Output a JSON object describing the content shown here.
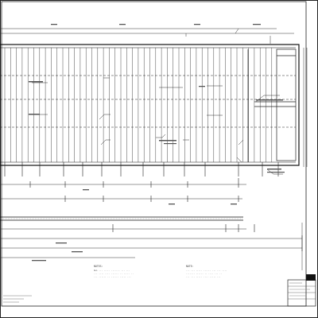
{
  "title": "",
  "notes": [
    {
      "label": "NOTES:",
      "lines": [
        "ALL ... ..... ....... ... ...",
        "... .... .... ...... .. ..... ..",
        "... ...... .. ...... ..... ..."
      ]
    },
    {
      "label": "NOTE:",
      "lines": [
        "... ... ..... ...... ... ... ....",
        "....... ...... .. .... ... ..",
        "... ... ..... .... ..... ..."
      ]
    }
  ],
  "callouts": {
    "section_left": "",
    "detail_ref": ""
  }
}
